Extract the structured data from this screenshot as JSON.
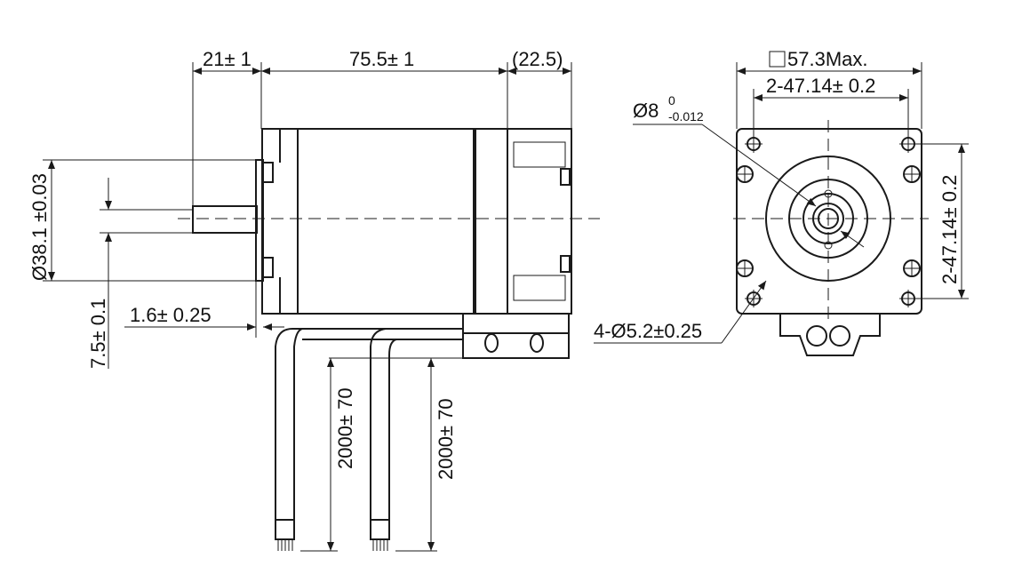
{
  "side_view": {
    "shaft_length": "21± 1",
    "body_length": "75.5± 1",
    "encoder_length": "(22.5)",
    "pilot_diameter": "Ø38.1 ±0.03",
    "flat_height": "7.5± 0.1",
    "pilot_depth": "1.6± 0.25",
    "lead1_length": "2000± 70",
    "lead2_length": "2000± 70"
  },
  "front_view": {
    "frame_size": "57.3Max.",
    "hole_spacing_h": "2-47.14± 0.2",
    "hole_spacing_v": "2-47.14± 0.2",
    "shaft_diameter": "Ø8",
    "shaft_tol_upper": "0",
    "shaft_tol_lower": "-0.012",
    "mount_holes": "4-Ø5.2±0.25"
  }
}
